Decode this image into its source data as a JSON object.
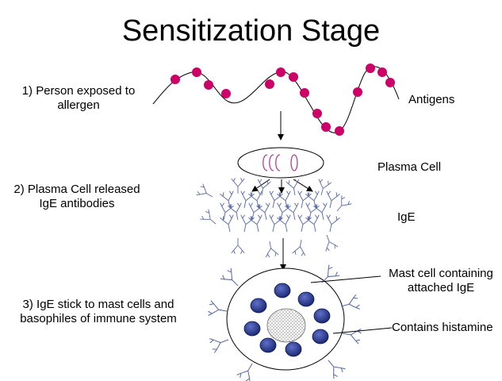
{
  "title": "Sensitization Stage",
  "steps": [
    {
      "line1": "1)  Person exposed to",
      "line2": "allergen"
    },
    {
      "line1": "2) Plasma Cell released",
      "line2": "IgE antibodies"
    },
    {
      "line1": "3) IgE stick to mast cells and",
      "line2": "basophiles of immune system"
    }
  ],
  "labels": {
    "antigens": "Antigens",
    "plasma_cell": "Plasma Cell",
    "ige": "IgE",
    "mast_cell_line1": "Mast cell containing",
    "mast_cell_line2": "attached IgE",
    "histamine": "Contains histamine"
  },
  "colors": {
    "antigen_bead": "#cc0066",
    "granule": "#1f2f8f",
    "antibody": "#5a6aa8",
    "plasma_cell_marks": "#b04090"
  }
}
